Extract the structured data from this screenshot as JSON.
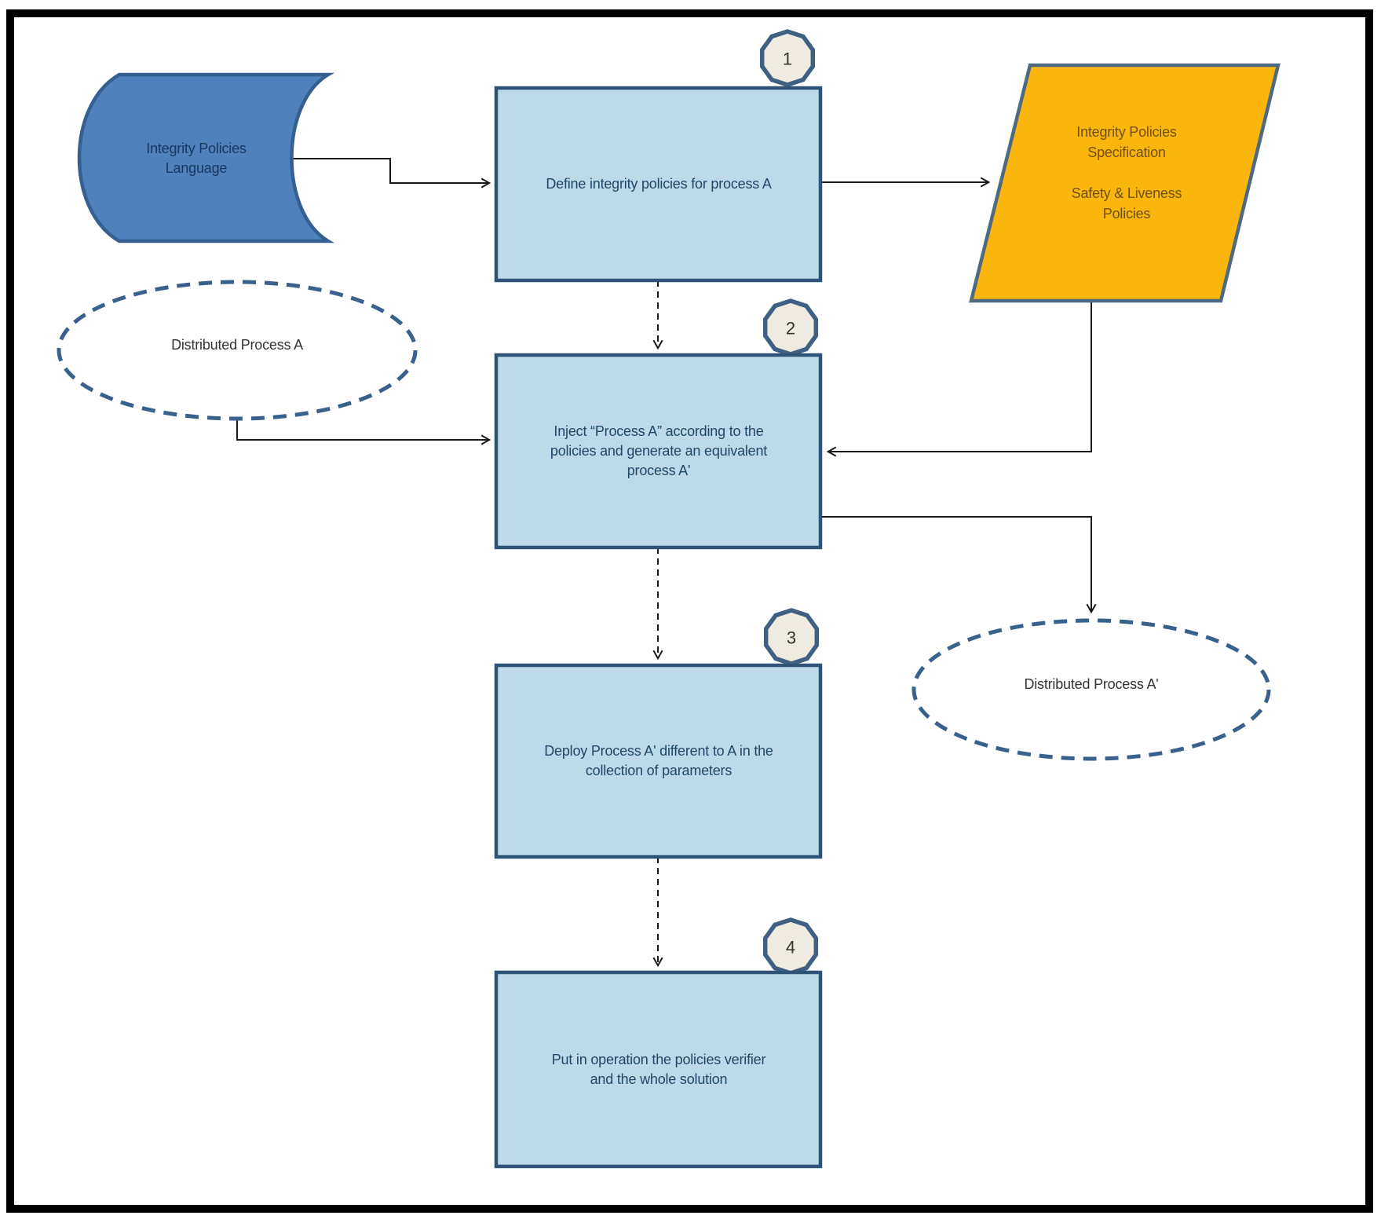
{
  "nodes": {
    "integrity_policies_language": {
      "shape": "stored-data",
      "label": "Integrity Policies\nLanguage"
    },
    "step1": {
      "shape": "process",
      "badge": "1",
      "label": "Define integrity policies for process A"
    },
    "integrity_policies_specification": {
      "shape": "parallelogram",
      "label": "Integrity Policies\nSpecification\n\nSafety & Liveness\nPolicies"
    },
    "distributed_process_a": {
      "shape": "dashed-ellipse",
      "label": "Distributed Process A"
    },
    "step2": {
      "shape": "process",
      "badge": "2",
      "label": "Inject “Process A” according to the\npolicies and generate an equivalent\nprocess A'"
    },
    "step3": {
      "shape": "process",
      "badge": "3",
      "label": "Deploy Process A' different to A in the\ncollection of parameters"
    },
    "distributed_process_a_prime": {
      "shape": "dashed-ellipse",
      "label": "Distributed Process A'"
    },
    "step4": {
      "shape": "process",
      "badge": "4",
      "label": "Put in operation the policies verifier\nand the whole solution"
    }
  },
  "edges": [
    {
      "from": "integrity_policies_language",
      "to": "step1",
      "style": "solid"
    },
    {
      "from": "step1",
      "to": "integrity_policies_specification",
      "style": "solid"
    },
    {
      "from": "integrity_policies_specification",
      "to": "step2",
      "style": "solid"
    },
    {
      "from": "distributed_process_a",
      "to": "step2",
      "style": "solid"
    },
    {
      "from": "step1",
      "to": "step2",
      "style": "dashed"
    },
    {
      "from": "step2",
      "to": "distributed_process_a_prime",
      "style": "solid"
    },
    {
      "from": "step2",
      "to": "step3",
      "style": "dashed"
    },
    {
      "from": "step3",
      "to": "step4",
      "style": "dashed"
    }
  ],
  "colors": {
    "process_fill": "#BCDAE8",
    "process_border": "#2F5376",
    "stored_data_fill": "#4F81BD",
    "stored_data_border": "#365F91",
    "parallelogram_fill": "#FBB60D",
    "parallelogram_border": "#4E6A80",
    "badge_fill": "#EFEBE0",
    "badge_border": "#3F6083",
    "dashed_ellipse_stroke": "#3A618C",
    "connector": "#1A1A1A",
    "frame": "#000000"
  }
}
